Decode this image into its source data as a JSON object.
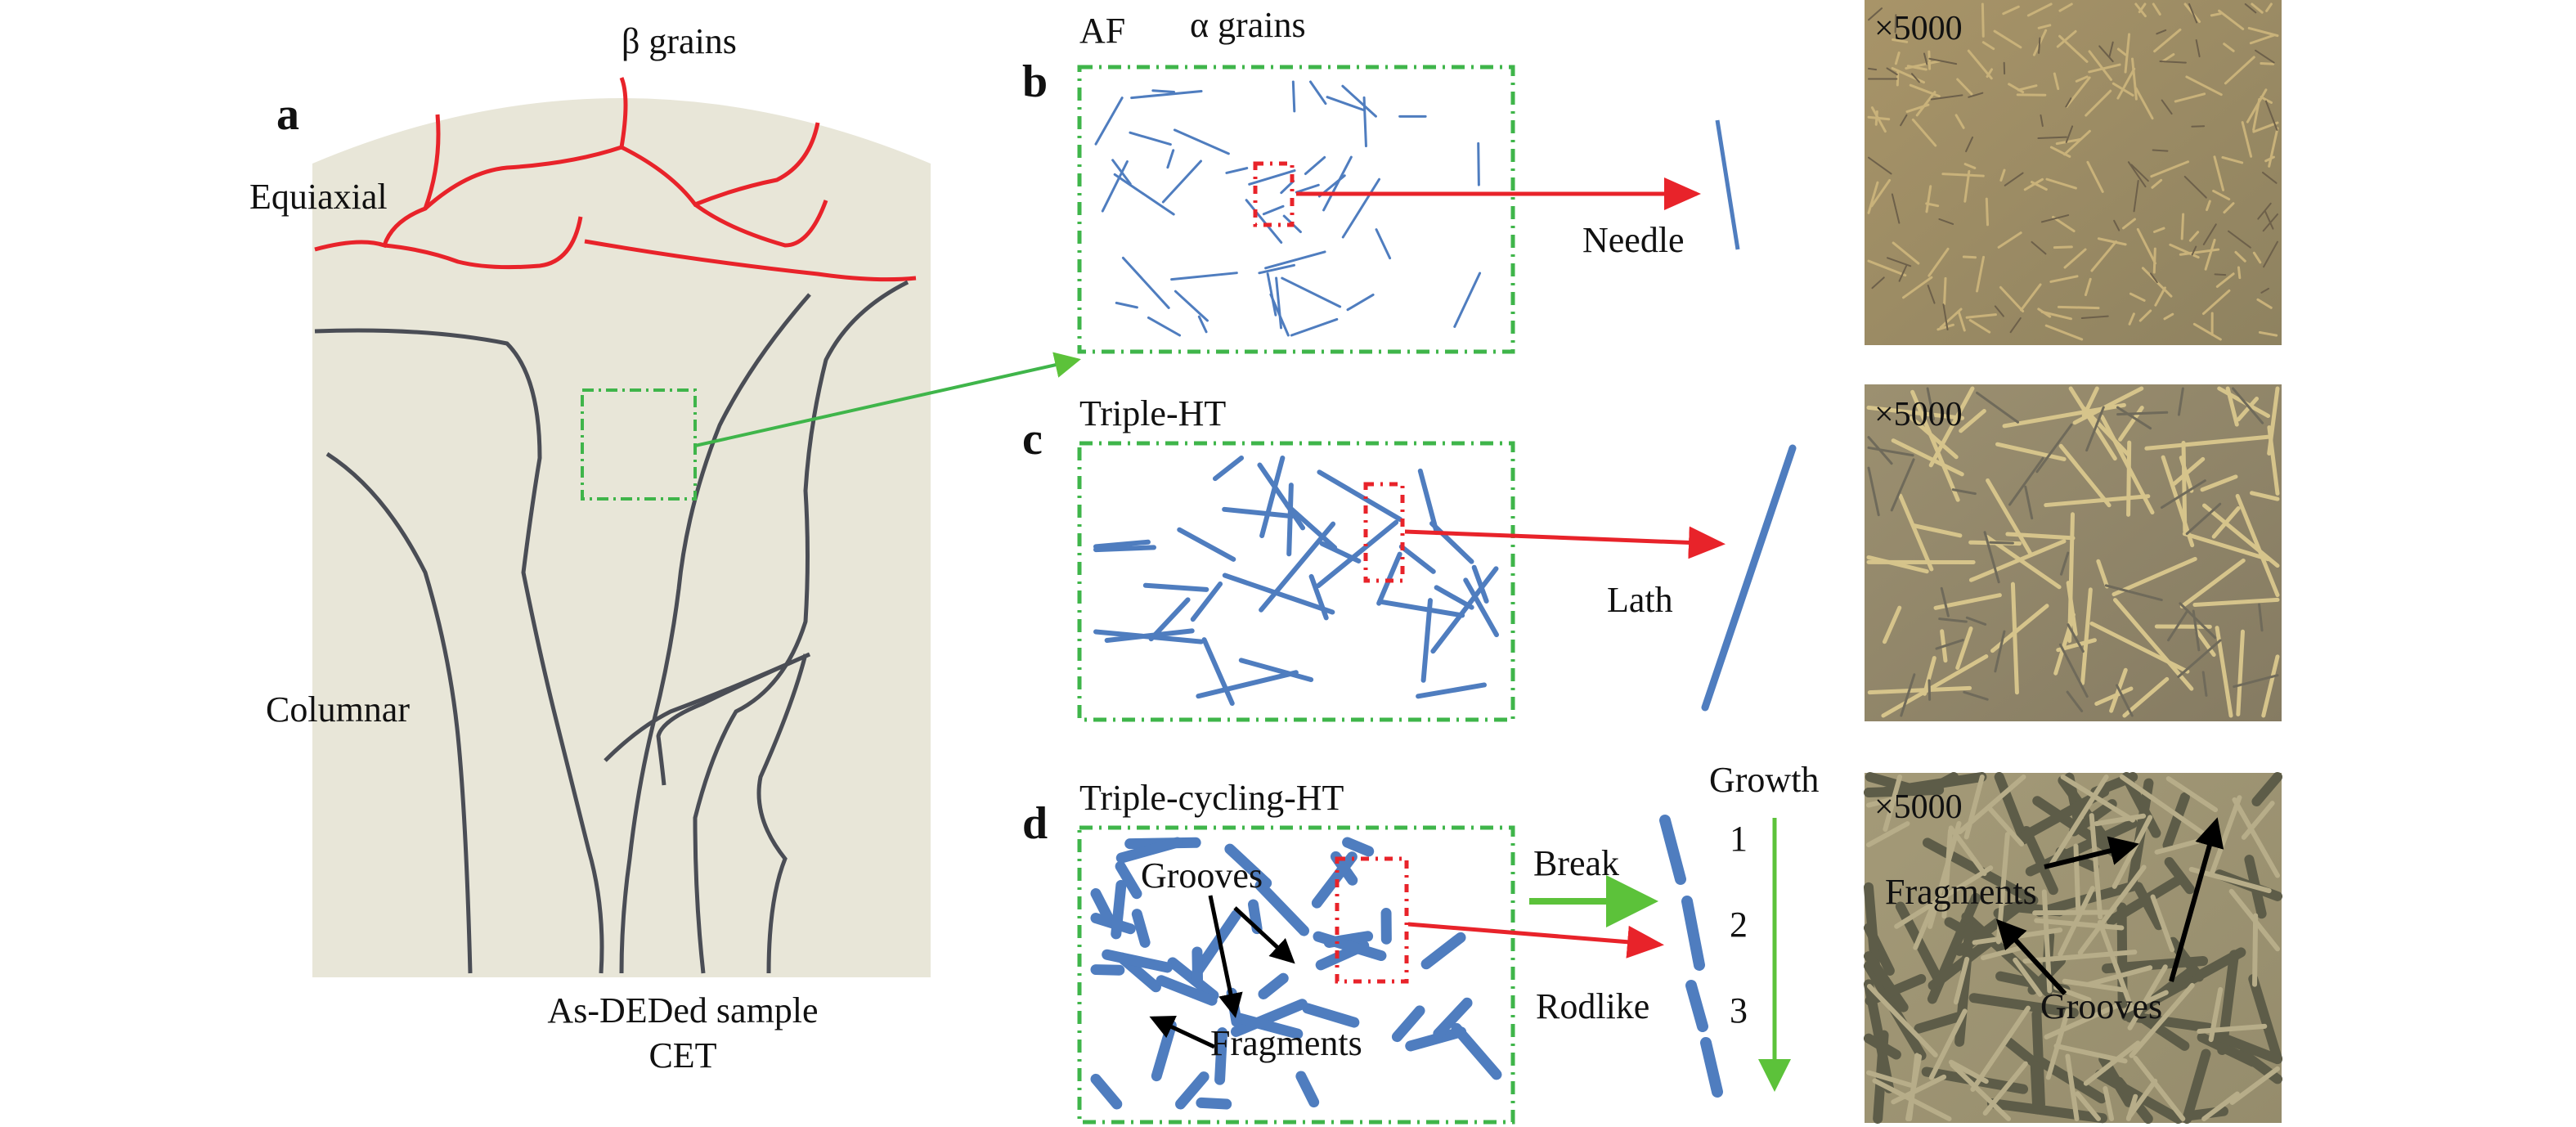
{
  "panel_a": {
    "letter": "a",
    "beta_grains": "β grains",
    "equiaxial": "Equiaxial",
    "columnar": "Columnar",
    "sample": "As-DEDed sample",
    "cet": "CET"
  },
  "panel_b": {
    "letter": "b",
    "title": "AF",
    "alpha_grains": "α grains",
    "shape": "Needle",
    "magnification": "×5000"
  },
  "panel_c": {
    "letter": "c",
    "title": "Triple-HT",
    "shape": "Lath",
    "magnification": "×5000"
  },
  "panel_d": {
    "letter": "d",
    "title": "Triple-cycling-HT",
    "grooves": "Grooves",
    "fragments": "Fragments",
    "break": "Break",
    "rodlike": "Rodlike",
    "growth": "Growth",
    "steps": [
      "1",
      "2",
      "3"
    ],
    "magnification": "×5000",
    "micro_fragments": "Fragments",
    "micro_grooves": "Grooves"
  },
  "colors": {
    "grain_boundary_red": "#e8232a",
    "columnar_gray": "#4a4d55",
    "alpha_blue": "#4f7dbf",
    "box_green": "#3fb54a",
    "sample_fill": "#e8e6d8"
  }
}
